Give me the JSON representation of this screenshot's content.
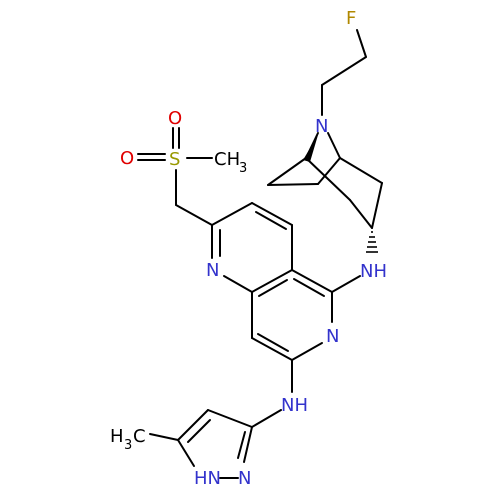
{
  "colors": {
    "bond": "#000000",
    "nitrogen": "#3333cc",
    "oxygen": "#e00000",
    "sulfur": "#999900",
    "fluorine": "#b08800"
  },
  "atoms": {
    "fluorine": "F",
    "bridge_n": "N",
    "sulfonyl_s": "S",
    "sulfonyl_o_top": "O",
    "sulfonyl_o_left": "O",
    "methyl_ch": "CH",
    "methyl_sub": "3",
    "ring_n_left": "N",
    "amine_nh_right": "NH",
    "ring_n_right": "N",
    "amine_nh_bottom": "NH",
    "pyrazole_n": "N",
    "pyrazole_hn": "HN",
    "pyrazole_methyl_h": "H",
    "pyrazole_methyl_sub": "3",
    "pyrazole_methyl_c": "C"
  }
}
